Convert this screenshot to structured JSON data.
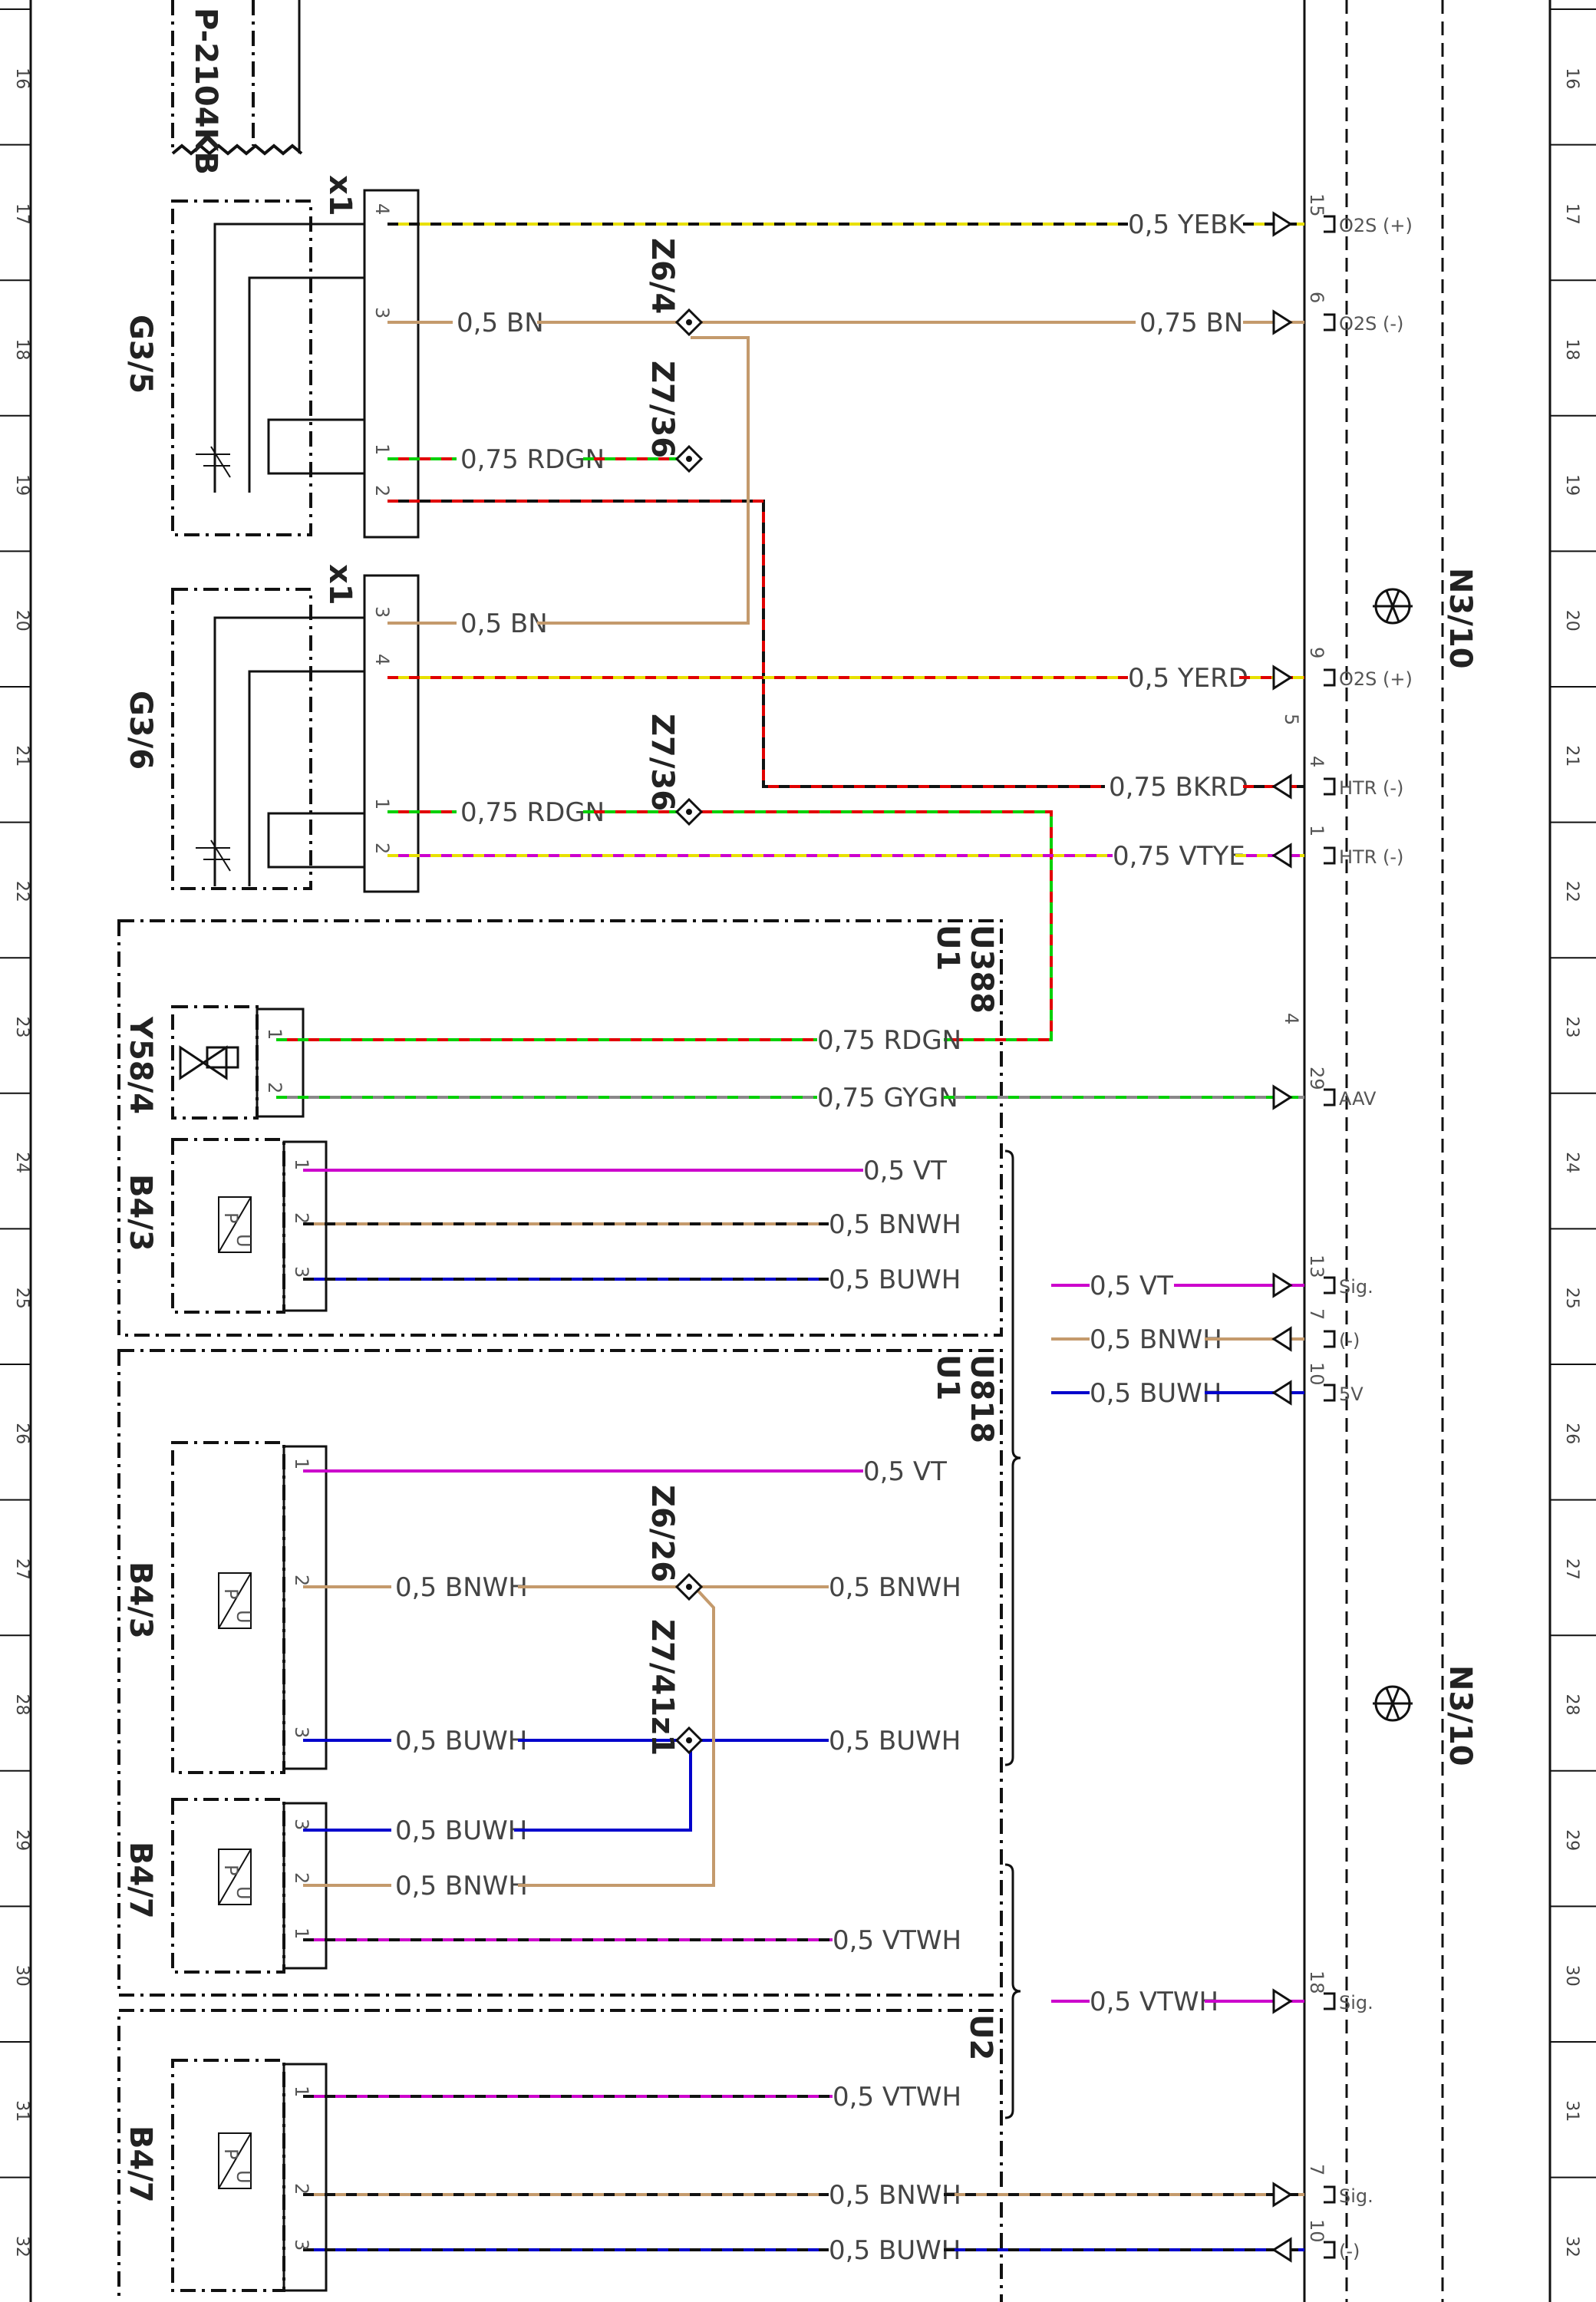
{
  "page": {
    "row_numbers": [
      "16",
      "17",
      "18",
      "19",
      "20",
      "21",
      "22",
      "23",
      "24",
      "25",
      "26",
      "27",
      "28",
      "29",
      "30",
      "31",
      "32"
    ]
  },
  "components": {
    "ref_top": "P-2104KB",
    "g3_5": "G3/5",
    "g3_6": "G3/6",
    "y58_4": "Y58/4",
    "b4_3_a": "B4/3",
    "b4_3_b": "B4/3",
    "b4_7_a": "B4/7",
    "b4_7_b": "B4/7",
    "u1_u388": "U1\nU388",
    "u1_u818": "U1\nU818",
    "u2": "U2",
    "n3_10_a": "N3/10",
    "n3_10_b": "N3/10",
    "x1_a": "x1",
    "x1_b": "x1"
  },
  "splices": {
    "z6_4": "Z6/4",
    "z7_36_a": "Z7/36",
    "z7_36_b": "Z7/36",
    "z6_26": "Z6/26",
    "z7_41z1": "Z7/41z1"
  },
  "wires": [
    {
      "id": "w_yebk",
      "label": "0,5 YEBK",
      "colors": [
        "#e8e000",
        "#111111"
      ]
    },
    {
      "id": "w_bn_g35",
      "label": "0,5 BN",
      "colors": [
        "#c49a6c"
      ]
    },
    {
      "id": "w_bn_n3",
      "label": "0,75 BN",
      "colors": [
        "#c49a6c"
      ]
    },
    {
      "id": "w_rdgn_g35",
      "label": "0,75 RDGN",
      "colors": [
        "#e00000",
        "#00d000"
      ]
    },
    {
      "id": "w_bn_g36",
      "label": "0,5 BN",
      "colors": [
        "#c49a6c"
      ]
    },
    {
      "id": "w_yerd",
      "label": "0,5 YERD",
      "colors": [
        "#e8e000",
        "#e00000"
      ]
    },
    {
      "id": "w_bkrd",
      "label": "0,75 BKRD",
      "colors": [
        "#111111",
        "#e00000"
      ]
    },
    {
      "id": "w_rdgn_g36",
      "label": "0,75 RDGN",
      "colors": [
        "#e00000",
        "#00d000"
      ]
    },
    {
      "id": "w_vtye",
      "label": "0,75 VTYE",
      "colors": [
        "#cc00cc",
        "#e8e000"
      ]
    },
    {
      "id": "w_rdgn_y58",
      "label": "0,75 RDGN",
      "colors": [
        "#e00000",
        "#00d000"
      ]
    },
    {
      "id": "w_gygn_y58",
      "label": "0,75 GYGN",
      "colors": [
        "#888888",
        "#00d000"
      ]
    },
    {
      "id": "w_vt_b43a",
      "label": "0,5 VT",
      "colors": [
        "#cc00cc"
      ]
    },
    {
      "id": "w_bnwh_b43a",
      "label": "0,5 BNWH",
      "colors": [
        "#c49a6c",
        "#111111"
      ]
    },
    {
      "id": "w_buwh_b43a",
      "label": "0,5 BUWH",
      "colors": [
        "#0000cc",
        "#111111"
      ]
    },
    {
      "id": "w_vt_n3",
      "label": "0,5 VT",
      "colors": [
        "#cc00cc"
      ]
    },
    {
      "id": "w_bnwh_n3",
      "label": "0,5 BNWH",
      "colors": [
        "#c49a6c"
      ]
    },
    {
      "id": "w_buwh_n3",
      "label": "0,5 BUWH",
      "colors": [
        "#0000cc"
      ]
    },
    {
      "id": "w_vt_b43b",
      "label": "0,5 VT",
      "colors": [
        "#cc00cc"
      ]
    },
    {
      "id": "w_bnwh_b43b_l",
      "label": "0,5 BNWH",
      "colors": [
        "#c49a6c"
      ]
    },
    {
      "id": "w_bnwh_b43b_r",
      "label": "0,5 BNWH",
      "colors": [
        "#c49a6c"
      ]
    },
    {
      "id": "w_buwh_b43b_l",
      "label": "0,5 BUWH",
      "colors": [
        "#0000cc"
      ]
    },
    {
      "id": "w_buwh_b43b_r",
      "label": "0,5 BUWH",
      "colors": [
        "#0000cc"
      ]
    },
    {
      "id": "w_buwh_b47a",
      "label": "0,5 BUWH",
      "colors": [
        "#0000cc"
      ]
    },
    {
      "id": "w_bnwh_b47a",
      "label": "0,5 BNWH",
      "colors": [
        "#c49a6c"
      ]
    },
    {
      "id": "w_vtwh_b47a",
      "label": "0,5 VTWH",
      "colors": [
        "#cc00cc",
        "#111111"
      ]
    },
    {
      "id": "w_vtwh_n3",
      "label": "0,5 VTWH",
      "colors": [
        "#cc00cc"
      ]
    },
    {
      "id": "w_vtwh_b47b",
      "label": "0,5 VTWH",
      "colors": [
        "#cc00cc",
        "#111111"
      ]
    },
    {
      "id": "w_bnwh_b47b",
      "label": "0,5 BNWH",
      "colors": [
        "#c49a6c",
        "#111111"
      ]
    },
    {
      "id": "w_buwh_b47b",
      "label": "0,5 BUWH",
      "colors": [
        "#0000cc",
        "#111111"
      ]
    }
  ],
  "pins_left": [
    {
      "label": "4"
    },
    {
      "label": "3"
    },
    {
      "label": "1"
    },
    {
      "label": "2"
    },
    {
      "label": "3"
    },
    {
      "label": "4"
    },
    {
      "label": "1"
    },
    {
      "label": "2"
    },
    {
      "label": "1"
    },
    {
      "label": "2"
    },
    {
      "label": "1"
    },
    {
      "label": "2"
    },
    {
      "label": "3"
    },
    {
      "label": "1"
    },
    {
      "label": "2"
    },
    {
      "label": "3"
    },
    {
      "label": "3"
    },
    {
      "label": "2"
    },
    {
      "label": "1"
    },
    {
      "label": "1"
    },
    {
      "label": "2"
    },
    {
      "label": "3"
    }
  ],
  "n3_pins": [
    {
      "num": "15",
      "sig": "O2S (+)"
    },
    {
      "num": "6",
      "sig": "O2S (-)"
    },
    {
      "num": "9",
      "sig": "O2S (+)"
    },
    {
      "num": "4",
      "sig": "HTR (-)"
    },
    {
      "num": "1",
      "sig": "HTR (-)"
    },
    {
      "num": "29",
      "sig": "AAV"
    },
    {
      "num": "13",
      "sig": "Sig."
    },
    {
      "num": "7",
      "sig": "(-)"
    },
    {
      "num": "10",
      "sig": "5V"
    },
    {
      "num": "18",
      "sig": "Sig."
    },
    {
      "num": "7",
      "sig": "Sig."
    },
    {
      "num": "10",
      "sig": "(-)"
    }
  ],
  "connector_numbers": [
    "5",
    "4"
  ],
  "colors": {
    "line": "#111111",
    "brown": "#c49a6c",
    "red": "#e00000",
    "green": "#00d000",
    "yellow": "#e8e000",
    "violet": "#cc00cc",
    "blue": "#0000cc",
    "grey": "#888888"
  },
  "icons": [
    "ground-symbol-icon",
    "sensor-pu-icon",
    "valve-icon",
    "connector-arrow-icon",
    "ecu-symbol-icon"
  ]
}
